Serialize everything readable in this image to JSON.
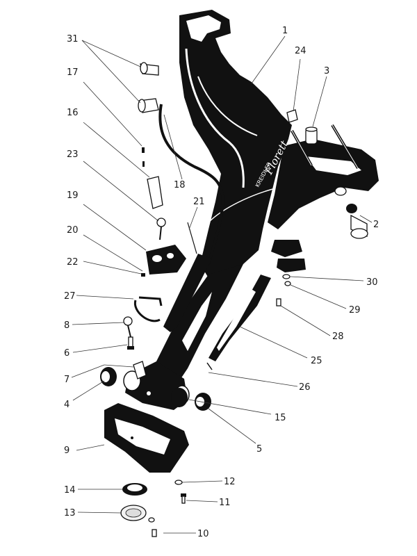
{
  "diagram": {
    "brand": "KREIDLER",
    "model": "Florett",
    "callouts": [
      "1",
      "2",
      "3",
      "4",
      "5",
      "6",
      "7",
      "8",
      "9",
      "10",
      "11",
      "12",
      "13",
      "14",
      "15",
      "16",
      "17",
      "18",
      "19",
      "20",
      "21",
      "22",
      "23",
      "24",
      "25",
      "26",
      "27",
      "28",
      "29",
      "30",
      "31"
    ]
  },
  "colors": {
    "ink": "#111111",
    "paper": "#ffffff"
  }
}
